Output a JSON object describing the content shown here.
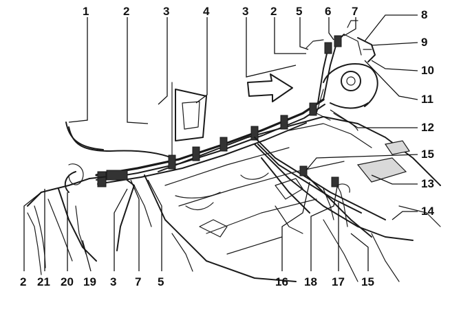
{
  "callouts": {
    "c1": "1",
    "c2a": "2",
    "c3a": "3",
    "c4": "4",
    "c3b": "3",
    "c2b": "2",
    "c5a": "5",
    "c6": "6",
    "c7a": "7",
    "c8": "8",
    "c9": "9",
    "c10": "10",
    "c11": "11",
    "c12": "12",
    "c15a": "15",
    "c13": "13",
    "c14": "14",
    "c2c": "2",
    "c21": "21",
    "c20": "20",
    "c19": "19",
    "c3c": "3",
    "c7b": "7",
    "c5b": "5",
    "c16": "16",
    "c18": "18",
    "c17": "17",
    "c15b": "15"
  },
  "colors": {
    "ink": "#1a1a1a",
    "background": "#ffffff",
    "shade": "#d9d9d9"
  },
  "icons": {
    "direction-arrow": "block-arrow-right"
  }
}
